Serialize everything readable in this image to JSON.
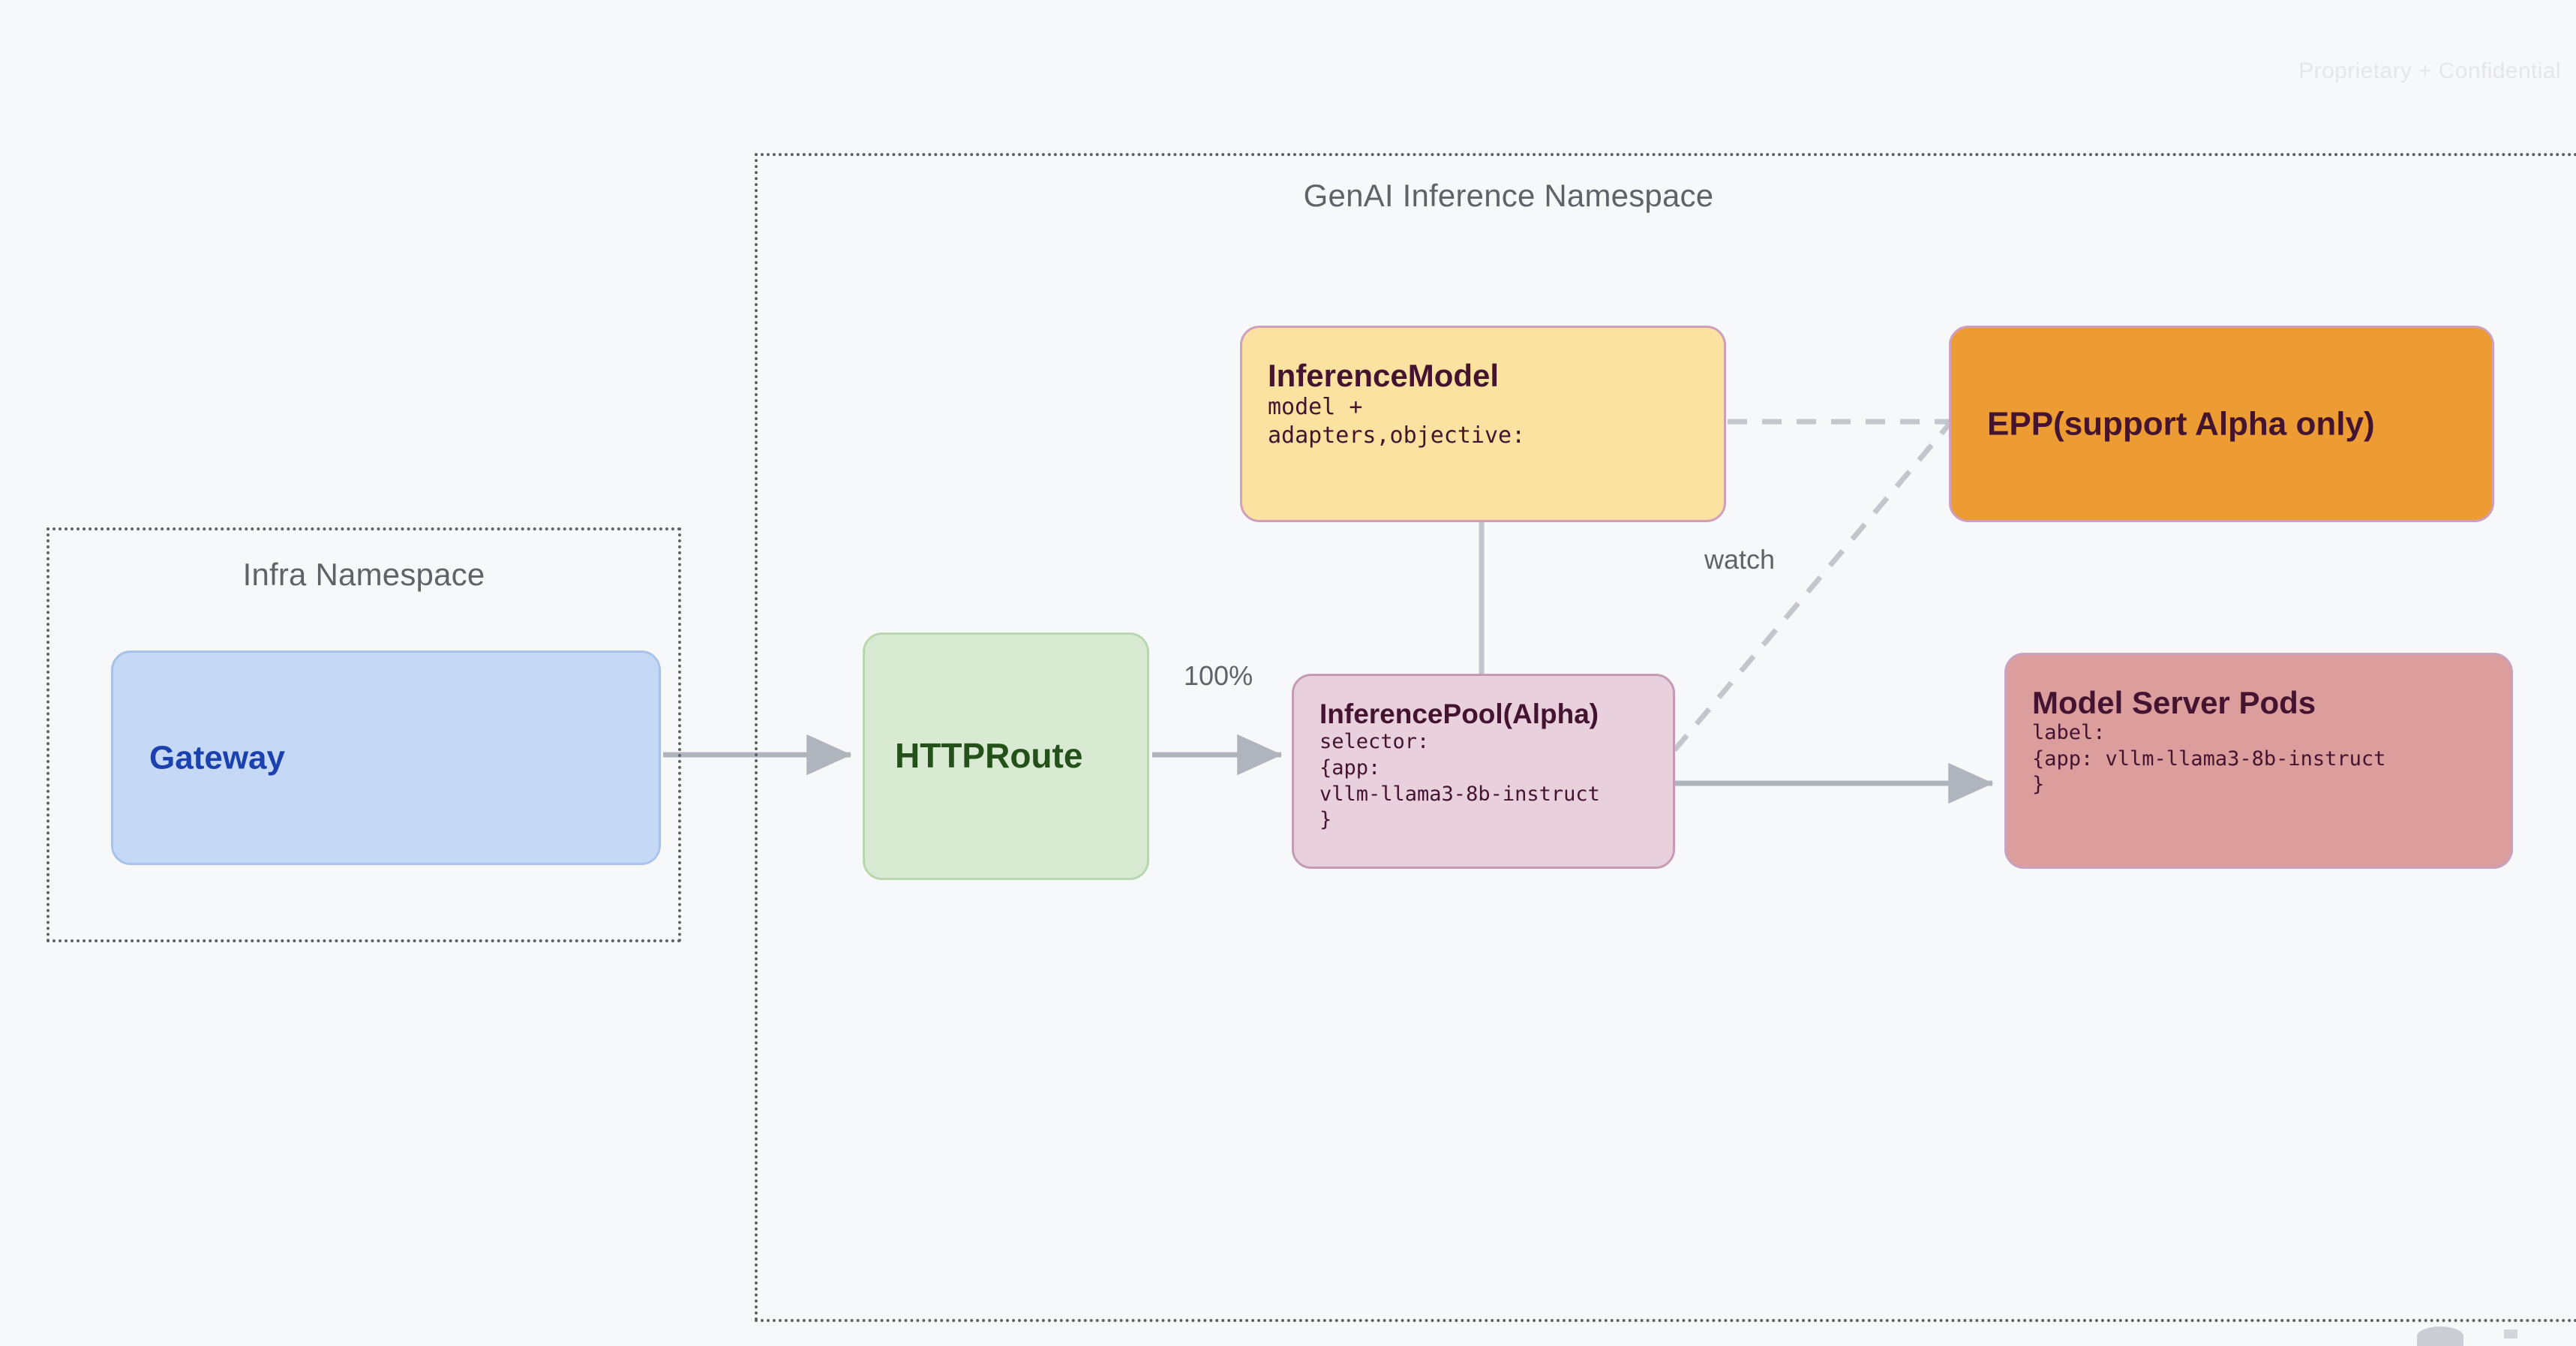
{
  "page": {
    "confidential_notice": "Proprietary + Confidential",
    "background_color": "#f7f8fa"
  },
  "namespaces": [
    {
      "id": "infra",
      "label": "Infra Namespace",
      "border_style": "dotted",
      "border_color": "#5f6368"
    },
    {
      "id": "genai",
      "label": "GenAI Inference Namespace",
      "border_style": "dotted",
      "border_color": "#5f6368"
    }
  ],
  "nodes": {
    "gateway": {
      "title": "Gateway",
      "fill": "#c5d9f7",
      "text_color": "#1b41b0"
    },
    "httproute": {
      "title": "HTTPRoute",
      "fill": "#d9ead3",
      "text_color": "#24501a"
    },
    "inference_model": {
      "title": "InferenceModel",
      "detail_line_1": "model +",
      "detail_line_2": "adapters,objective:",
      "fill": "#fbe2a0",
      "text_color": "#43132f"
    },
    "epp": {
      "title": "EPP(support Alpha only)",
      "fill": "#ed9b33",
      "text_color": "#43132f"
    },
    "inference_pool": {
      "title": "InferencePool(Alpha)",
      "detail_line_1": "selector:",
      "detail_line_2": "{app:",
      "detail_line_3": "vllm-llama3-8b-instruct",
      "detail_line_4": "}",
      "fill": "#e8d0dd",
      "text_color": "#43132f"
    },
    "model_server_pods": {
      "title": "Model Server Pods",
      "detail_line_1": "label:",
      "detail_line_2": "{app: vllm-llama3-8b-instruct",
      "detail_line_3": "}",
      "fill": "#dc9d9d",
      "text_color": "#43132f"
    }
  },
  "edges": {
    "gateway_to_httproute": {
      "label": "",
      "style": "solid",
      "color": "#b0b4bc"
    },
    "httproute_to_inferencepool": {
      "label": "100%",
      "style": "solid",
      "color": "#b0b4bc"
    },
    "inferencemodel_to_inferencepool": {
      "label": "",
      "style": "solid",
      "color": "#c3c6cc"
    },
    "inferencemodel_to_epp": {
      "label": "",
      "style": "dashed",
      "color": "#c3c6cc"
    },
    "inferencepool_to_epp": {
      "label": "watch",
      "style": "dashed",
      "color": "#c3c6cc"
    },
    "inferencepool_to_modelserver": {
      "label": "",
      "style": "solid",
      "color": "#b0b4bc"
    }
  }
}
